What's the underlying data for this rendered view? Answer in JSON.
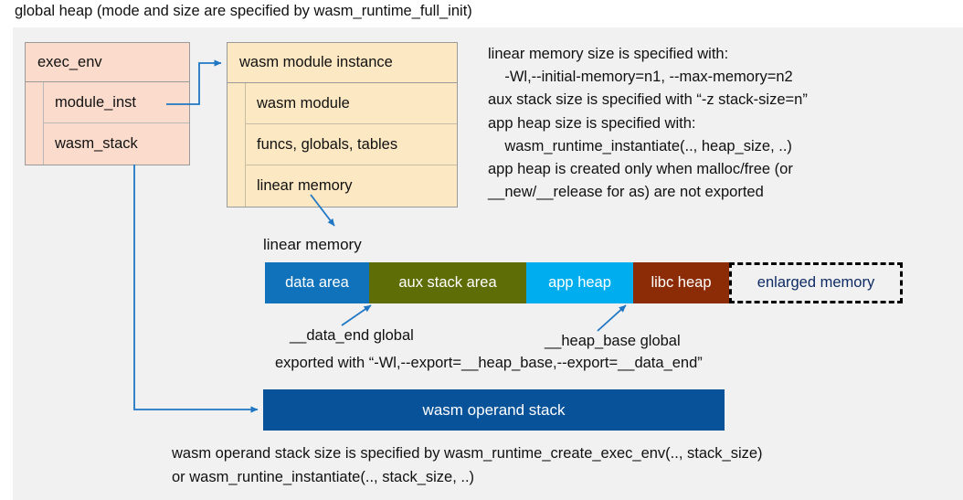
{
  "title": "global heap (mode and size are specified by wasm_runtime_full_init)",
  "colors": {
    "canvas_bg": "#f1f1f1",
    "exec_env_fill": "#fbdccc",
    "module_fill": "#fce8c3",
    "data_area": "#1072ba",
    "aux_stack_area": "#5e6d05",
    "app_heap": "#00aeef",
    "libc_heap": "#8c2c06",
    "enlarged_memory_text": "#0d2a63",
    "operand_stack": "#08529a",
    "arrow": "#1f77c4"
  },
  "exec_env": {
    "header": "exec_env",
    "rows": [
      "module_inst",
      "wasm_stack"
    ]
  },
  "module_instance": {
    "header": "wasm module instance",
    "rows": [
      "wasm module",
      "funcs, globals, tables",
      "linear memory"
    ]
  },
  "notes": {
    "right_block": "linear memory size is specified with:\n    -Wl,--initial-memory=n1, --max-memory=n2\naux stack size is specified with “-z stack-size=n”\napp heap size is specified with:\n    wasm_runtime_instantiate(.., heap_size, ..)\napp heap is created only when malloc/free (or\n__new/__release for as) are not exported",
    "bottom_block": "wasm operand stack size is specified by wasm_runtime_create_exec_env(.., stack_size)\nor wasm_runtine_instantiate(.., stack_size, ..)"
  },
  "linear_memory": {
    "label": "linear memory",
    "segments": [
      {
        "label": "data area",
        "color": "#1072ba",
        "width": 114
      },
      {
        "label": "aux stack area",
        "color": "#5e6d05",
        "width": 172
      },
      {
        "label": "app heap",
        "color": "#00aeef",
        "width": 117
      },
      {
        "label": "libc heap",
        "color": "#8c2c06",
        "width": 105
      },
      {
        "label": "enlarged memory",
        "color": "#f1f1f1",
        "width": 190
      }
    ]
  },
  "annotations": {
    "data_end": "__data_end global",
    "heap_base": "__heap_base global",
    "exported_with": "exported with “-Wl,--export=__heap_base,--export=__data_end”"
  },
  "operand_stack": {
    "label": "wasm operand stack"
  }
}
